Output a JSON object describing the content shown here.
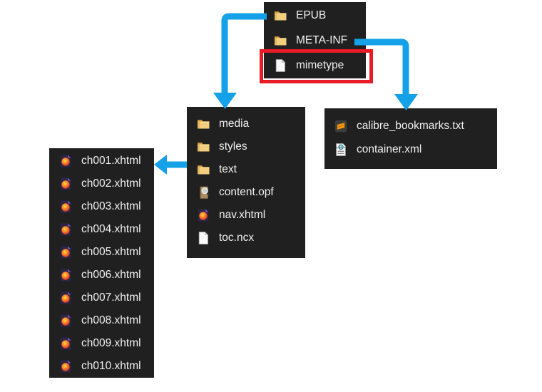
{
  "colors": {
    "background": "#ffffff",
    "panel_bg": "#202020",
    "text": "#f1f1f1",
    "arrow": "#14a1e8",
    "highlight": "#e81c27",
    "folder": "#f2cf7e",
    "sublime_orange": "#ff9800"
  },
  "panels": [
    {
      "id": "root",
      "items": [
        {
          "label": "EPUB",
          "icon": "folder"
        },
        {
          "label": "META-INF",
          "icon": "folder"
        },
        {
          "label": "mimetype",
          "icon": "file-blank",
          "highlighted": true
        }
      ]
    },
    {
      "id": "epub-contents",
      "items": [
        {
          "label": "media",
          "icon": "folder"
        },
        {
          "label": "styles",
          "icon": "folder"
        },
        {
          "label": "text",
          "icon": "folder"
        },
        {
          "label": "content.opf",
          "icon": "ebook"
        },
        {
          "label": "nav.xhtml",
          "icon": "firefox-html"
        },
        {
          "label": "toc.ncx",
          "icon": "file-blank"
        }
      ]
    },
    {
      "id": "metainf-contents",
      "items": [
        {
          "label": "calibre_bookmarks.txt",
          "icon": "sublime-text"
        },
        {
          "label": "container.xml",
          "icon": "xml-doc"
        }
      ]
    },
    {
      "id": "text-contents",
      "items": [
        {
          "label": "ch001.xhtml",
          "icon": "firefox-html"
        },
        {
          "label": "ch002.xhtml",
          "icon": "firefox-html"
        },
        {
          "label": "ch003.xhtml",
          "icon": "firefox-html"
        },
        {
          "label": "ch004.xhtml",
          "icon": "firefox-html"
        },
        {
          "label": "ch005.xhtml",
          "icon": "firefox-html"
        },
        {
          "label": "ch006.xhtml",
          "icon": "firefox-html"
        },
        {
          "label": "ch007.xhtml",
          "icon": "firefox-html"
        },
        {
          "label": "ch008.xhtml",
          "icon": "firefox-html"
        },
        {
          "label": "ch009.xhtml",
          "icon": "firefox-html"
        },
        {
          "label": "ch010.xhtml",
          "icon": "firefox-html"
        }
      ]
    }
  ],
  "highlight": {
    "target": "mimetype"
  },
  "connections": [
    {
      "from": "EPUB",
      "to": "epub-contents"
    },
    {
      "from": "META-INF",
      "to": "metainf-contents"
    },
    {
      "from": "text",
      "to": "text-contents"
    }
  ]
}
